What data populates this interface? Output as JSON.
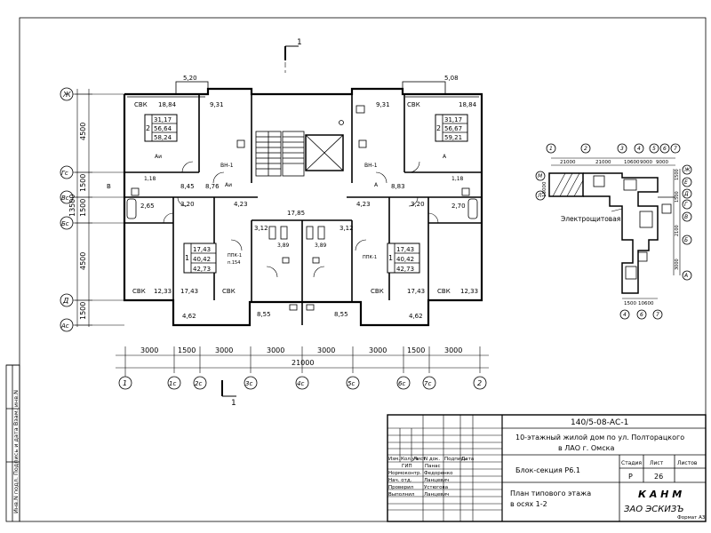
{
  "title_block": {
    "code": "140/5-08-АС-1",
    "project_line1": "10-этажный жилой дом по ул. Полторацкого",
    "project_line2": "в ЛАО г. Омска",
    "section": "Блок-секция Р6.1",
    "sheet_title_line1": "План типового этажа",
    "sheet_title_line2": "в осях 1-2",
    "stage_label": "Стадия",
    "sheet_label": "Лист",
    "sheets_label": "Листов",
    "stage_value": "Р",
    "sheet_value": "26",
    "company_line1": "К А Н М",
    "company_line2": "ЗАО ЭСКИЗЪ",
    "format": "Формат А3",
    "header_cols": [
      "Изм.",
      "Кол.уч",
      "Лист",
      "N док.",
      "Подпись",
      "Дата"
    ],
    "staff": [
      {
        "role": "ГИП",
        "name": "Панас"
      },
      {
        "role": "Нормоконтр.",
        "name": "Федоренко"
      },
      {
        "role": "Нач. отд.",
        "name": "Ланцевич"
      },
      {
        "role": "Проверил",
        "name": "Устюгова"
      },
      {
        "role": "Выполнил",
        "name": "Ланцевич"
      }
    ]
  },
  "side_stamp": "Инв.N подл.  Подпись и дата  Взам. инв.N",
  "axes_bottom": [
    "1",
    "1с",
    "2с",
    "3с",
    "4с",
    "5с",
    "6с",
    "7с",
    "2"
  ],
  "axes_left": [
    "Ж",
    "Гс",
    "Вс",
    "Бс",
    "Д",
    "Ас"
  ],
  "dims_bottom": [
    "3000",
    "1500",
    "3000",
    "3000",
    "3000",
    "3000",
    "1500",
    "3000"
  ],
  "dim_total": "21000",
  "dims_left": [
    "4500",
    "1500",
    "1500",
    "4500",
    "1500"
  ],
  "dim_left_total": "13500",
  "section_marks": {
    "top": "1",
    "bottom": "1"
  },
  "top_dims": {
    "left": "5,20",
    "right": "5,08"
  },
  "apartments": [
    {
      "count": "2",
      "a": "31,17",
      "b": "56,64",
      "c": "58,24"
    },
    {
      "count": "2",
      "a": "31,17",
      "b": "56,67",
      "c": "59,21"
    },
    {
      "count": "1",
      "a": "17,43",
      "b": "40,42",
      "c": "42,73"
    },
    {
      "count": "1",
      "a": "17,43",
      "b": "40,42",
      "c": "42,73"
    }
  ],
  "room_labels": {
    "svk": "СВК",
    "area_1884": "18,84",
    "area_931": "9,31",
    "area_845": "8,45",
    "area_876": "8,76",
    "area_883": "8,83",
    "area_320": "3,20",
    "area_423": "4,23",
    "area_1785": "17,85",
    "area_312": "3,12",
    "area_389": "3,89",
    "area_265": "2,65",
    "area_270": "2,70",
    "area_118": "1,18",
    "area_1233": "12,33",
    "area_1743": "17,43",
    "area_462": "4,62",
    "area_855": "8,55",
    "ppk1": "ППК-1",
    "ppk1b": "п.154",
    "mark_v": "В",
    "mark_ai": "Аи",
    "mark_a": "А",
    "mark_vn": "ВН-1"
  },
  "key_plan": {
    "caption": "Электрощитовая",
    "axes_top": [
      "1",
      "2",
      "3",
      "4",
      "5",
      "6",
      "7"
    ],
    "axes_right": [
      "Ж",
      "Е",
      "Д",
      "Г",
      "В",
      "Б",
      "А"
    ],
    "axes_left": [
      "М",
      "Л"
    ],
    "dims_top": [
      "21000",
      "21000",
      "10600",
      "9000",
      "9000"
    ],
    "dims_bottom": [
      "1500",
      "10600"
    ],
    "dim_left": "15000",
    "dims_right": [
      "1500",
      "1500",
      "2100",
      "3000"
    ]
  }
}
